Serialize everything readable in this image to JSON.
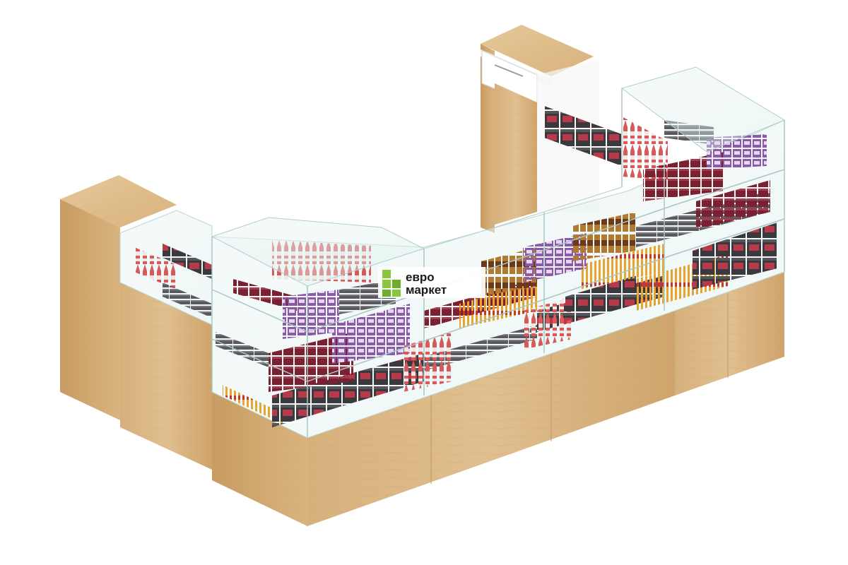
{
  "image": {
    "subject": "u-shaped-wooden-retail-counter-with-glass-display-cases",
    "background_color": "#ffffff",
    "wood_color": "#d9b887",
    "wood_dark": "#b8905c",
    "glass_color": "#e8f4f2"
  },
  "logo": {
    "line1": "евро",
    "line2": "маркет",
    "mark_color": "#8cc63f",
    "text_color": "#1a1a1a"
  }
}
